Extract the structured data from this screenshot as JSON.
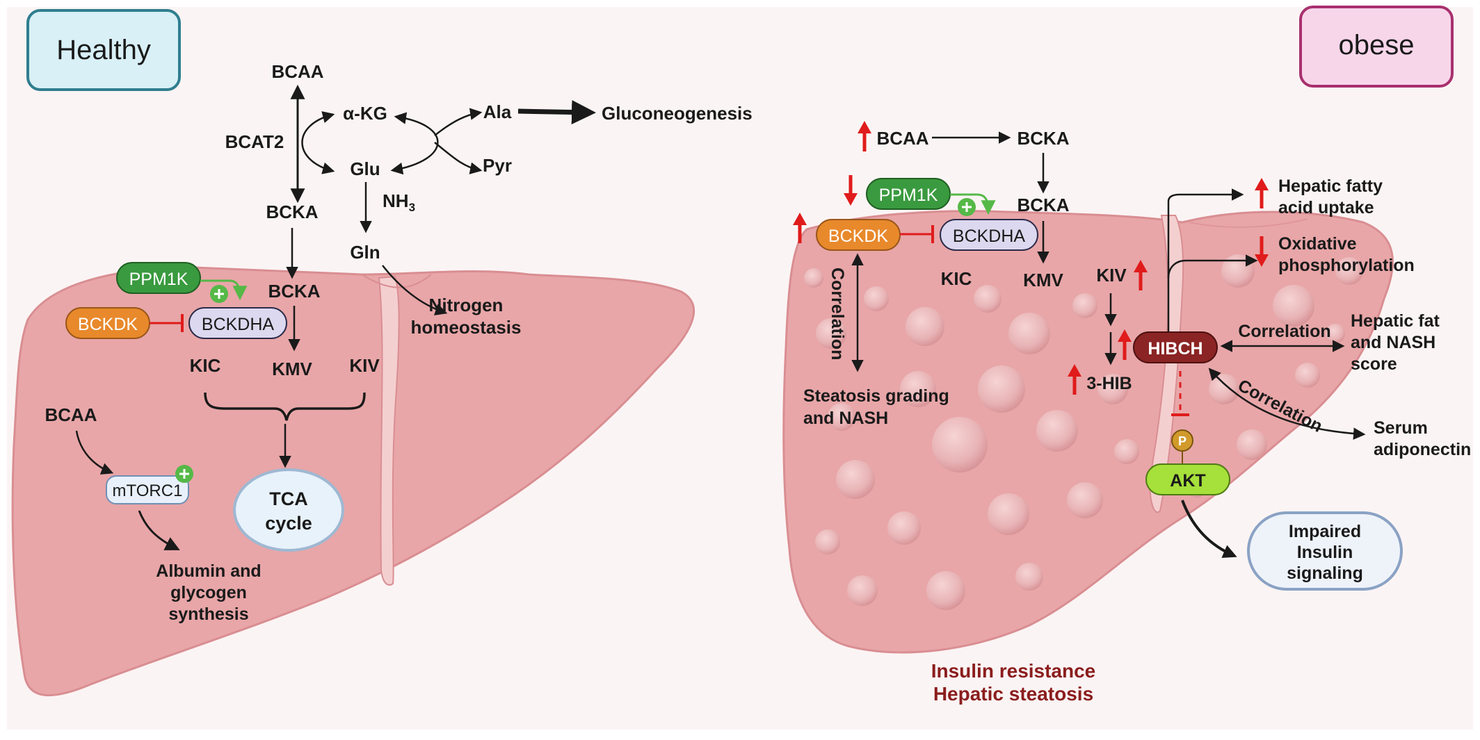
{
  "healthy": {
    "panel_label": "Healthy",
    "bcaa_top": "BCAA",
    "bcat2": "BCAT2",
    "bcka_mid": "BCKA",
    "akg": "α-KG",
    "glu": "Glu",
    "ala": "Ala",
    "pyr": "Pyr",
    "gluconeogenesis": "Gluconeogenesis",
    "nh3": "NH",
    "nh3_sub": "3",
    "gln": "Gln",
    "nitrogen_1": "Nitrogen",
    "nitrogen_2": "homeostasis",
    "ppm1k": "PPM1K",
    "bckdk": "BCKDK",
    "bckdha": "BCKDHA",
    "bcka_liver": "BCKA",
    "kic": "KIC",
    "kmv": "KMV",
    "kiv": "KIV",
    "tca_1": "TCA",
    "tca_2": "cycle",
    "bcaa_liver": "BCAA",
    "mtorc1": "mTORC1",
    "albumin_1": "Albumin and",
    "albumin_2": "glycogen",
    "albumin_3": "synthesis"
  },
  "obese": {
    "panel_label": "obese",
    "bcaa": "BCAA",
    "bcka_top": "BCKA",
    "bcka_mid": "BCKA",
    "ppm1k": "PPM1K",
    "bckdk": "BCKDK",
    "bckdha": "BCKDHA",
    "kic": "KIC",
    "kmv": "KMV",
    "kiv": "KIV",
    "hib": "3-HIB",
    "hibch": "HIBCH",
    "correlation_vertical": "Correlation",
    "steatosis_1": "Steatosis grading",
    "steatosis_2": "and NASH",
    "fatty_1": "Hepatic fatty",
    "fatty_2": "acid uptake",
    "oxidative_1": "Oxidative",
    "oxidative_2": "phosphorylation",
    "correlation_h": "Correlation",
    "nash_1": "Hepatic fat",
    "nash_2": "and NASH",
    "nash_3": "score",
    "correlation_diag": "Correlation",
    "serum_1": "Serum",
    "serum_2": "adiponectin",
    "p_label": "P",
    "akt": "AKT",
    "impaired_1": "Impaired",
    "impaired_2": "Insulin",
    "impaired_3": "signaling",
    "insulin_resistance": "Insulin resistance",
    "hepatic_steatosis": "Hepatic steatosis"
  },
  "colors": {
    "liver_fill": "#e8a6a8",
    "liver_stroke": "#d98e92",
    "ppm1k": "#3a9a3f",
    "bckdk": "#e8892b",
    "bckdha": "#dcd8ef",
    "hibch": "#8b2424",
    "akt": "#a6e03a",
    "up_arrow": "#e01b1b",
    "inhibit": "#e01b1b",
    "activate": "#55b847",
    "insulin_text": "#8b1d1d"
  }
}
